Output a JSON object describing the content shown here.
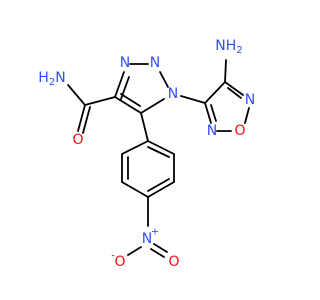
{
  "colors": {
    "carbon_bond": "#000000",
    "nitrogen": "#3050F8",
    "oxygen": "#FF0D0D",
    "background": "#ffffff"
  },
  "atoms": {
    "amide_nh2": {
      "text": "H2N",
      "color": "#3050F8"
    },
    "amino_nh2": {
      "text": "NH2",
      "color": "#3050F8"
    },
    "triazole_n2": {
      "text": "N",
      "color": "#3050F8"
    },
    "triazole_n3": {
      "text": "N",
      "color": "#3050F8"
    },
    "triazole_n1": {
      "text": "N",
      "color": "#3050F8"
    },
    "amide_o": {
      "text": "O",
      "color": "#FF0D0D"
    },
    "furazan_n_top": {
      "text": "N",
      "color": "#3050F8"
    },
    "furazan_o": {
      "text": "O",
      "color": "#FF0D0D"
    },
    "furazan_n_bottom": {
      "text": "N",
      "color": "#3050F8"
    },
    "nitro_n": {
      "text": "N",
      "color": "#3050F8"
    },
    "nitro_n_charge": {
      "text": "+",
      "color": "#3050F8"
    },
    "nitro_o_left": {
      "text": "O",
      "color": "#FF0D0D"
    },
    "nitro_o_left_charge": {
      "text": "-",
      "color": "#FF0D0D"
    },
    "nitro_o_right": {
      "text": "O",
      "color": "#FF0D0D"
    }
  }
}
